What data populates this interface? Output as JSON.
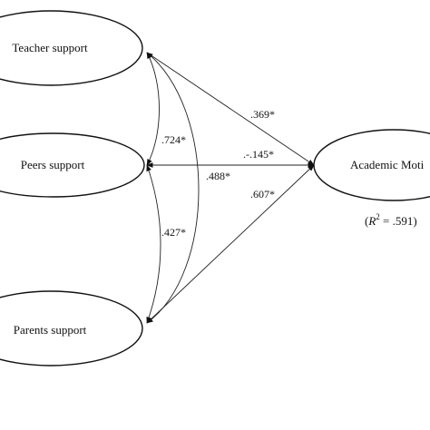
{
  "nodes": {
    "teacher": "Teacher support",
    "peers": "Peers support",
    "parents": "Parents support",
    "outcome": "Academic Moti"
  },
  "paths": {
    "teacher_to_outcome": ".369*",
    "peers_to_outcome": ".-.145*",
    "parents_to_outcome": ".607*"
  },
  "correlations": {
    "teacher_peers": ".724*",
    "teacher_parents": ".488*",
    "peers_parents": ".427*"
  },
  "r_squared": {
    "open": "(",
    "symbol": "R",
    "exponent": "2",
    "equals": " = .591",
    "close": ")"
  },
  "colors": {
    "stroke": "#111111",
    "background": "#ffffff"
  }
}
